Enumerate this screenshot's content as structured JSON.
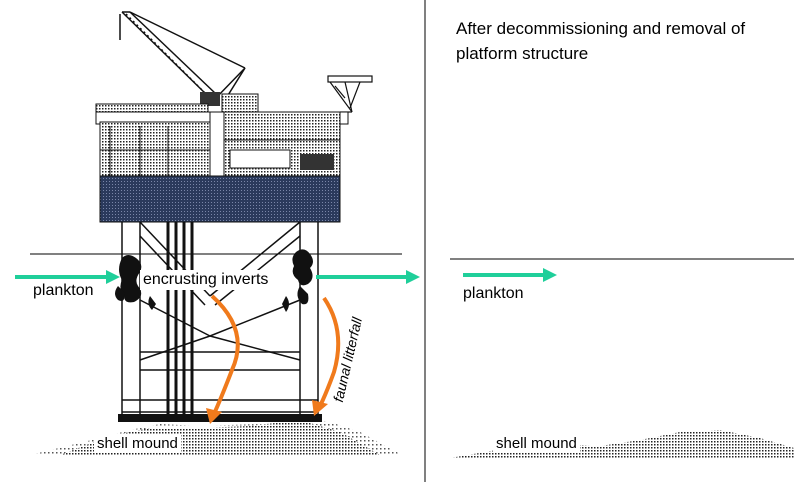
{
  "panels": {
    "left": {
      "labels": {
        "plankton": "plankton",
        "encrusting": "encrusting inverts",
        "litterfall": "faunal litterfall",
        "shell_mound": "shell mound"
      }
    },
    "right": {
      "title": "After decommissioning and removal of platform structure",
      "labels": {
        "plankton": "plankton",
        "shell_mound": "shell mound"
      }
    }
  },
  "colors": {
    "current_arrow": "#1fcf9a",
    "litterfall_arrow": "#f07a1c",
    "structure": "#222222",
    "deck_dark": "#2b3a5c",
    "water_line": "#000000"
  },
  "icons": [
    "crane-icon",
    "flare-boom-icon",
    "current-arrow-icon",
    "litterfall-arrow-icon"
  ]
}
